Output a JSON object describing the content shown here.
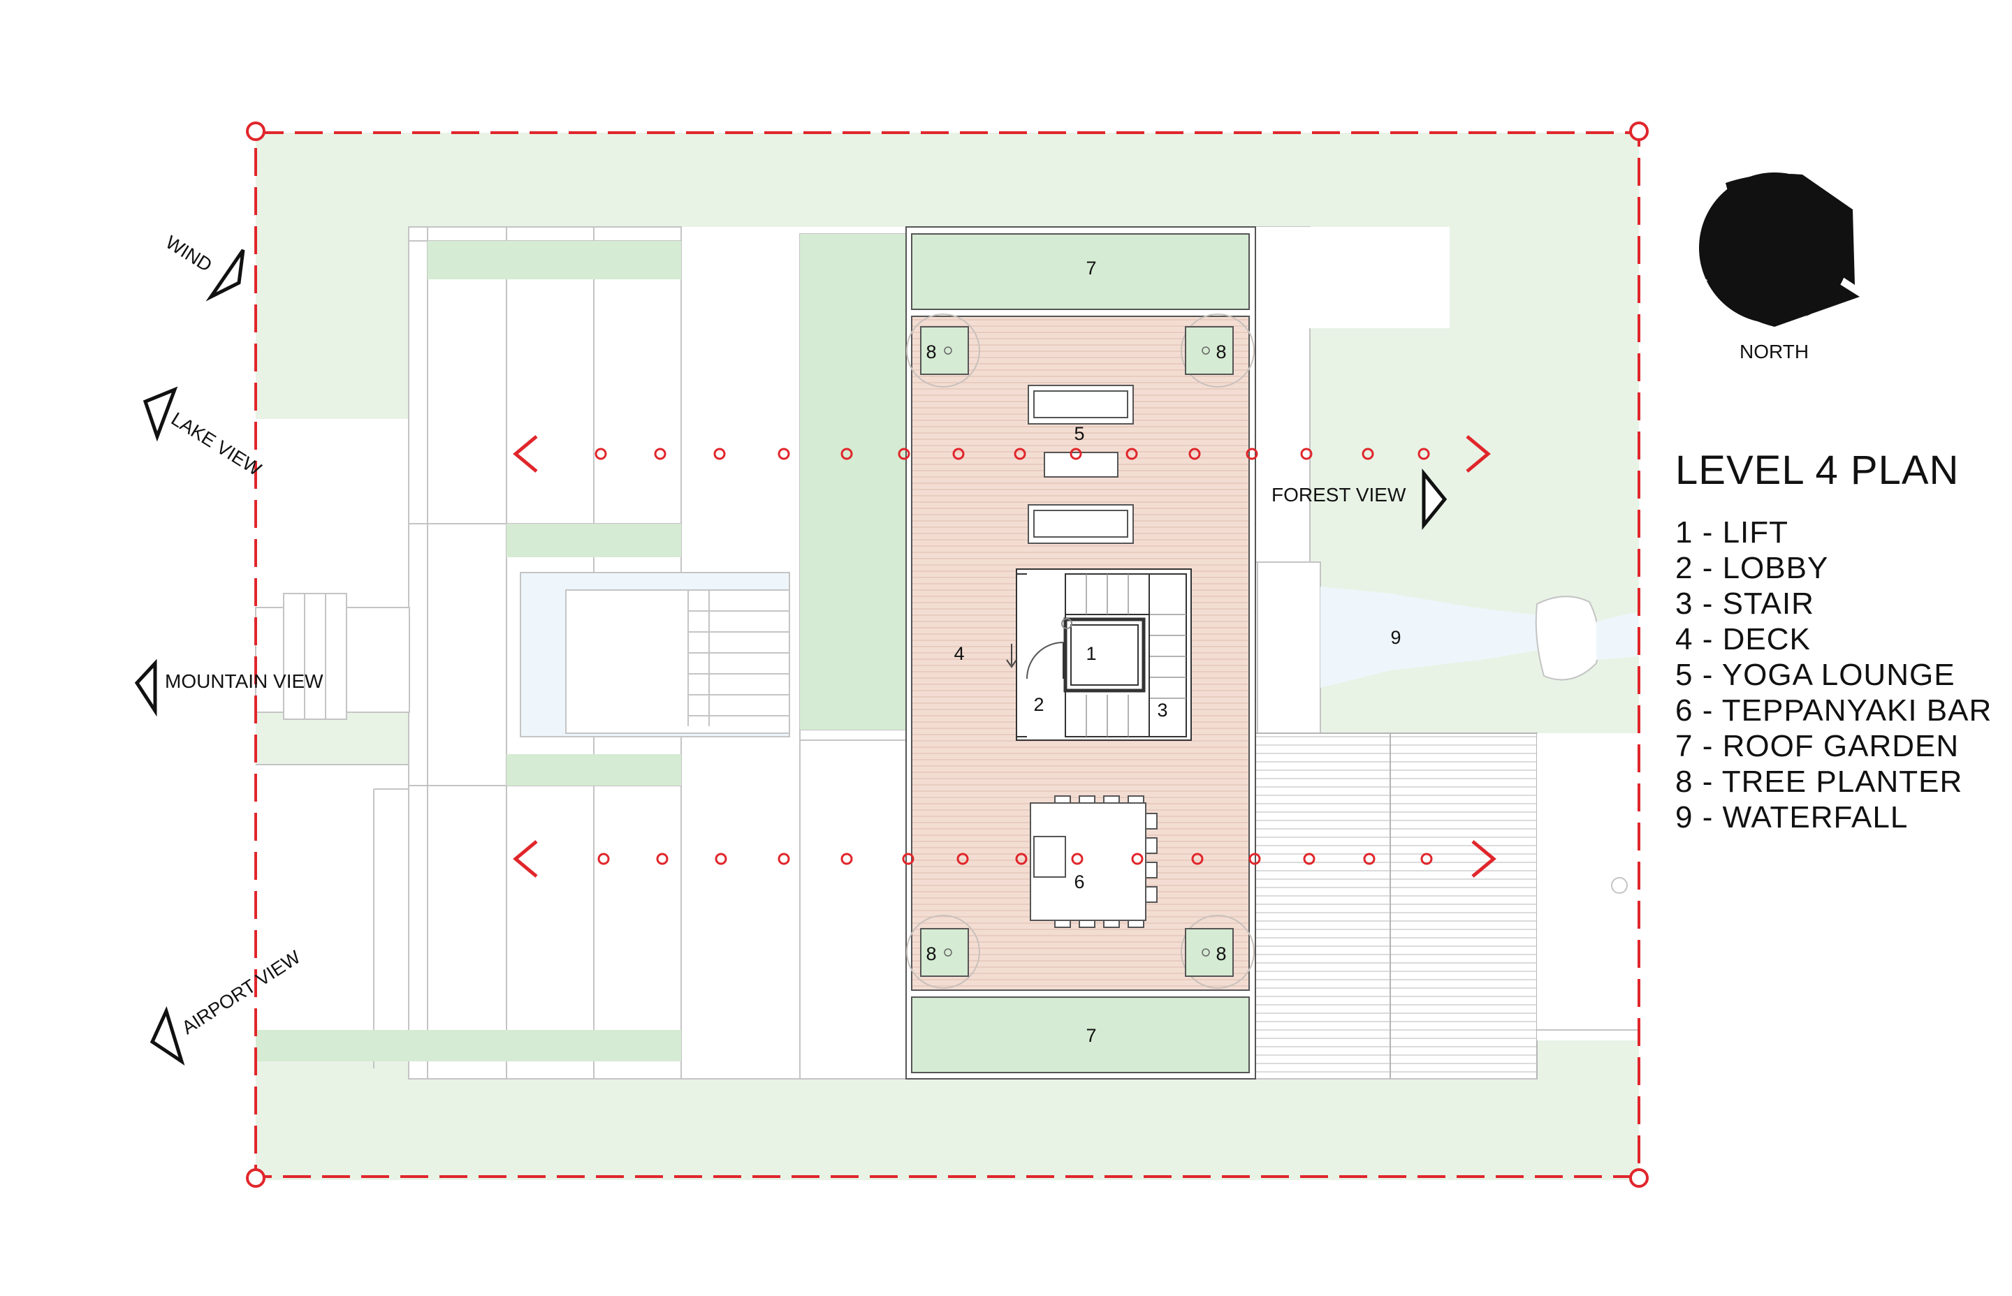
{
  "title": "LEVEL 4 PLAN",
  "north_label": "NORTH",
  "legend": [
    "1 - LIFT",
    "2 - LOBBY",
    "3 - STAIR",
    "4 - DECK",
    "5 - YOGA LOUNGE",
    "6 - TEPPANYAKI BAR",
    "7 - ROOF GARDEN",
    "8 - TREE PLANTER",
    "9 - WATERFALL"
  ],
  "view_labels": {
    "wind": "WIND",
    "lake": "LAKE VIEW",
    "mountain": "MOUNTAIN VIEW",
    "airport": "AIRPORT VIEW",
    "forest": "FOREST VIEW"
  },
  "room_numbers": {
    "lift": "1",
    "lobby": "2",
    "stair": "3",
    "deck": "4",
    "yoga": "5",
    "bar": "6",
    "garden": "7",
    "planter": "8",
    "waterfall": "9"
  },
  "colors": {
    "site_green": "#e8f3e6",
    "garden_green": "#d5ebd3",
    "deck": "#f3ddd3",
    "water": "#eef6fb",
    "boundary_red": "#e0262b",
    "line_gray": "#b9b9b9"
  }
}
